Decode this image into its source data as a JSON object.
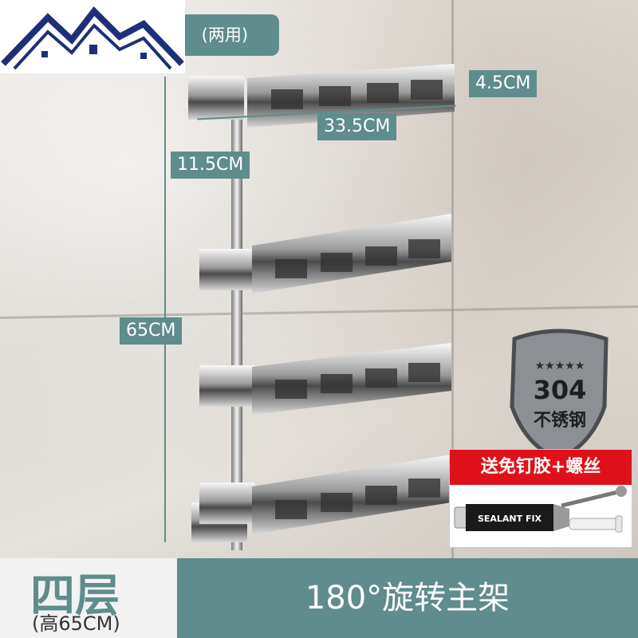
{
  "top_tag": " (两用)",
  "dimensions": {
    "depth": "4.5CM",
    "width": "33.5CM",
    "spacing": "11.5CM",
    "height": "65CM"
  },
  "badge": {
    "number": "304",
    "material": "不锈钢"
  },
  "gift": {
    "title": "送免钉胶+螺丝",
    "tube_label": "SEALANT FIX"
  },
  "footer": {
    "layers": "四层",
    "height_note": "(高65CM)",
    "feature": "180°旋转主架"
  },
  "colors": {
    "accent": "#5f8c8c",
    "gift_red": "#e0101a",
    "steel": "#c8c8c8"
  }
}
